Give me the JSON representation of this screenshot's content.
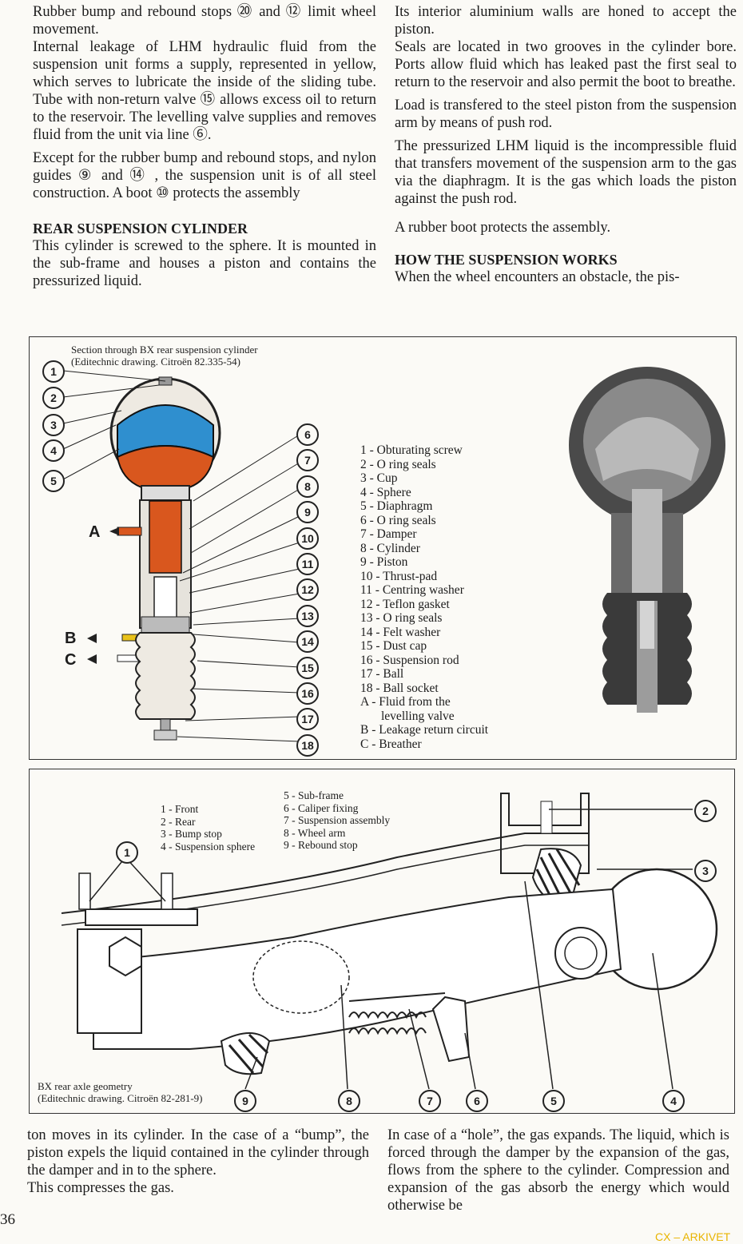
{
  "column1": {
    "p1": "Rubber bump and rebound stops ⑳ and ⑫ limit wheel movement.",
    "p2": "Internal leakage of LHM hydraulic fluid from the suspension unit forms a supply, represented in yellow, which serves to lubricate the inside of the sliding tube. Tube with non-return valve ⑮ allows excess oil to return to the reservoir. The levelling valve supplies and removes fluid from the unit via line ⑥.",
    "p3": "Except for the rubber bump and rebound stops, and nylon guides ⑨ and ⑭ , the suspension unit is of all steel construction. A boot ⑩ protects the assembly",
    "heading": "REAR SUSPENSION CYLINDER",
    "p4": "This cylinder is screwed to the sphere. It is mounted in the sub-frame and houses a piston and contains the pressurized liquid."
  },
  "column2": {
    "p1": "Its interior aluminium walls are honed to accept the piston.",
    "p2": "Seals are located in two grooves in the cylinder bore. Ports allow fluid which has leaked past the first seal to return to the reservoir and also permit the boot to breathe.",
    "p3": "Load is transfered to the steel piston from the suspension arm by means of push rod.",
    "p4": "The pressurized LHM liquid is the incompressible fluid that transfers movement of the suspension arm to the gas via the diaphragm. It is the gas which loads the piston against the push rod.",
    "p5": "A rubber boot protects the assembly.",
    "heading": "HOW THE SUSPENSION WORKS",
    "p6": "When the wheel encounters an obstacle, the pis-"
  },
  "figure1": {
    "caption_line1": "Section through BX rear suspension cylinder",
    "caption_line2": "(Editechnic drawing. Citroën 82.335-54)",
    "legend": [
      "1 - Obturating screw",
      "2 - O ring seals",
      "3 - Cup",
      "4 - Sphere",
      "5 - Diaphragm",
      "6 - O ring seals",
      "7 - Damper",
      "8 - Cylinder",
      "9 - Piston",
      "10 - Thrust-pad",
      "11 - Centring washer",
      "12 - Teflon gasket",
      "13 - O ring seals",
      "14 - Felt washer",
      "15 - Dust cap",
      "16 - Suspension rod",
      "17 - Ball",
      "18 - Ball socket",
      "A - Fluid from the",
      "levelling valve",
      "B - Leakage return circuit",
      "C - Breather"
    ],
    "callouts_left": [
      "1",
      "2",
      "3",
      "4",
      "5"
    ],
    "callouts_right": [
      "6",
      "7",
      "8",
      "9",
      "10",
      "11",
      "12",
      "13",
      "14",
      "15",
      "16",
      "17",
      "18"
    ],
    "ports": [
      "A",
      "B",
      "C"
    ],
    "colors": {
      "gas": "#2f8fcf",
      "fluid": "#d9571e",
      "leak": "#e9c21a"
    }
  },
  "figure2": {
    "caption_line1": "BX rear axle geometry",
    "caption_line2": "(Editechnic drawing. Citroën 82-281-9)",
    "legend_left": [
      "1 - Front",
      "2 - Rear",
      "3 - Bump stop",
      "4 - Suspension sphere"
    ],
    "legend_right": [
      "5 - Sub-frame",
      "6 - Caliper fixing",
      "7 - Suspension assembly",
      "8 - Wheel arm",
      "9 - Rebound stop"
    ],
    "callouts": [
      "1",
      "2",
      "3",
      "4",
      "5",
      "6",
      "7",
      "8",
      "9"
    ]
  },
  "column3": {
    "p1": "ton moves in its cylinder. In the case of a “bump”, the piston expels the liquid contained in the cylinder through the damper and in to the sphere.",
    "p2": "This compresses the gas."
  },
  "column4": {
    "p1": "In case of a “hole”, the gas expands. The liquid, which is forced through the damper by the expansion of the gas, flows from the sphere to the cylinder. Compression and expansion of the gas absorb the energy which would otherwise be"
  },
  "page_number": "36",
  "watermark": "CX – ARKIVET"
}
